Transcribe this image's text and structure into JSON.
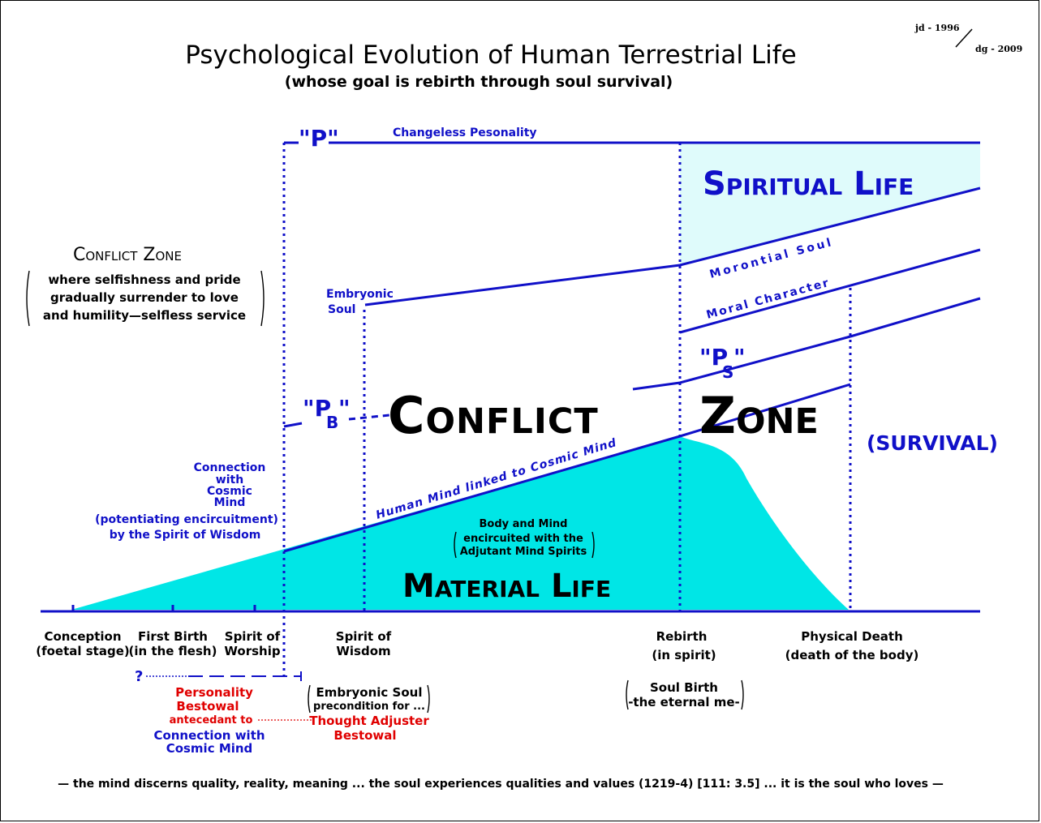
{
  "title": "Psychological Evolution of Human Terrestrial Life",
  "subtitle": "(whose goal is rebirth through soul survival)",
  "credit": {
    "a": "jd - 1996",
    "b": "dg - 2009"
  },
  "labels": {
    "p": "\"P\"",
    "changeless": "Changeless Pesonality",
    "spiritual_life": "Spiritual Life",
    "morontial_soul": "Morontial Soul",
    "moral_character": "Moral Character",
    "ps": "\"P",
    "ps_sub": "S",
    "ps_close": "\"",
    "pb": "\"P",
    "pb_sub": "B",
    "pb_close": "\"",
    "conflict_big": "Conflict",
    "zone_big": "Zone",
    "survival": "(SURVIVAL)",
    "human_mind": "Human Mind linked to Cosmic Mind",
    "material_life": "Material Life",
    "embryonic_soul_1": "Embryonic",
    "embryonic_soul_2": "Soul"
  },
  "conflict_zone_left": {
    "heading": "Conflict Zone",
    "lines": [
      "where selfishness and pride",
      "gradually surrender to love",
      "and humility—selfless service"
    ]
  },
  "connection": {
    "lines": [
      "Connection",
      "with",
      "Cosmic",
      "Mind"
    ],
    "paren": [
      "(potentiating encircuitment)",
      "by the Spirit of Wisdom"
    ]
  },
  "body_mind": [
    "Body and Mind",
    "encircuited with the",
    "Adjutant Mind Spirits"
  ],
  "stages": [
    {
      "l1": "Conception",
      "l2": "(foetal stage)"
    },
    {
      "l1": "First Birth",
      "l2": "(in the flesh)"
    },
    {
      "l1": "Spirit of",
      "l2": "Worship"
    },
    {
      "l1": "Spirit of",
      "l2": "Wisdom"
    },
    {
      "l1": "Rebirth",
      "l2": "(in spirit)"
    },
    {
      "l1": "Physical Death",
      "l2": "(death of the body)"
    }
  ],
  "bottom": {
    "question": "?",
    "personality": [
      "Personality",
      "Bestowal"
    ],
    "antecedant": "antecedant to",
    "connection": [
      "Connection with",
      "Cosmic Mind"
    ],
    "embryonic": [
      "Embryonic Soul",
      "precondition for ..."
    ],
    "thought": [
      "Thought Adjuster",
      "Bestowal"
    ],
    "soul_birth": [
      "Soul Birth",
      "-the eternal me-"
    ]
  },
  "quote": "— the mind discerns quality, reality, meaning ... the soul experiences qualities and values (1219-4) [111: 3.5] ... it is the soul who loves —",
  "colors": {
    "blue": "#1010c8",
    "cyan": "#00e6e6",
    "light_cyan": "#dffbfb",
    "red": "#e00000"
  }
}
